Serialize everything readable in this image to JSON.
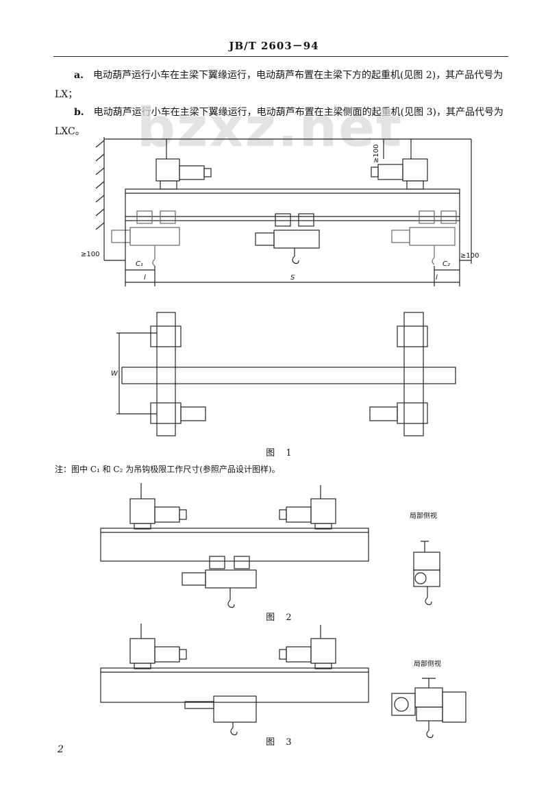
{
  "header": {
    "standard_no": "JB/T 2603－94"
  },
  "paragraphs": {
    "a_tag": "a.",
    "a_text": "电动葫芦运行小车在主梁下翼缘运行，电动葫芦布置在主梁下方的起重机(见图 2)，其产品代号为 LX；",
    "b_tag": "b.",
    "b_text": "电动葫芦运行小车在主梁下翼缘运行，电动葫芦布置在主梁侧面的起重机(见图 3)，其产品代号为 LXC。"
  },
  "watermark": "bzxz.net",
  "figure1": {
    "caption": "图 1",
    "dim_top": "≥100",
    "dim_left": "≥100",
    "dim_right": "≥100",
    "label_c1": "C₁",
    "label_c2": "C₂",
    "label_l_left": "l",
    "label_s": "S",
    "label_l_right": "l",
    "label_w": "W"
  },
  "note": "注：图中 C₁ 和 C₂ 为吊钩极限工作尺寸(参照产品设计图样)。",
  "figure2": {
    "caption": "图 2",
    "side_label": "局部侧视"
  },
  "figure3": {
    "caption": "图 3",
    "side_label": "局部侧视"
  },
  "page_number": "2"
}
